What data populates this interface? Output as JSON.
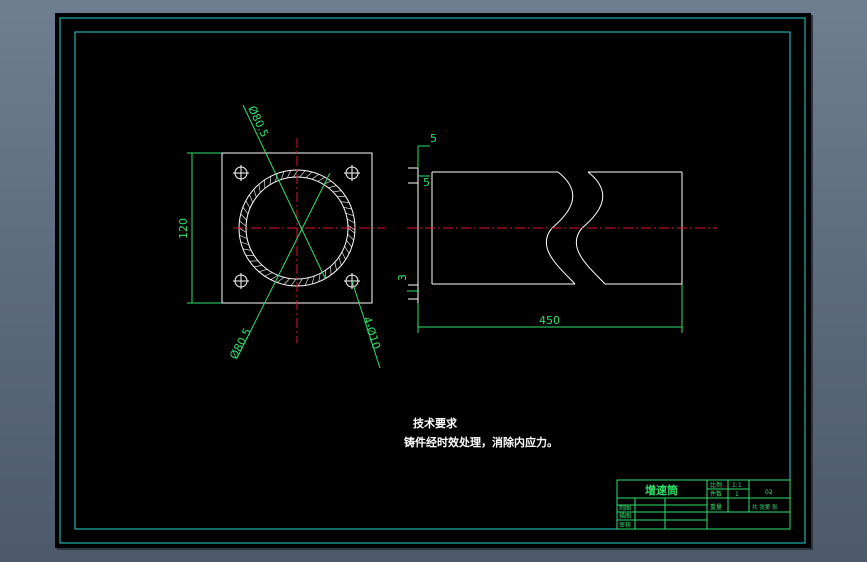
{
  "dimensions": {
    "top_diameter": "Ø80.5",
    "bottom_diameter": "Ø80.5",
    "hole_callout": "4-Ø10",
    "height": "120",
    "top_offset_a": "5",
    "top_offset_b": "5",
    "bottom_offset": "3",
    "length": "450"
  },
  "notes": {
    "title": "技术要求",
    "line1": "铸件经时效处理，消除内应力。"
  },
  "title_block": {
    "part_name": "增速筒",
    "scale_label": "比例",
    "scale_value": "1:1",
    "quantity_label": "件数",
    "quantity_value": "1",
    "material_label": "重量",
    "drawing_no": "02",
    "designer_label": "制图",
    "checker_label": "描图",
    "approver_label": "审核",
    "sheet_label": "共  张第  张"
  },
  "colors": {
    "outline": "#ffffff",
    "dimension": "#2ee06a",
    "centerline": "#e0102a",
    "frame": "#2ad0d0",
    "background": "#000000"
  }
}
